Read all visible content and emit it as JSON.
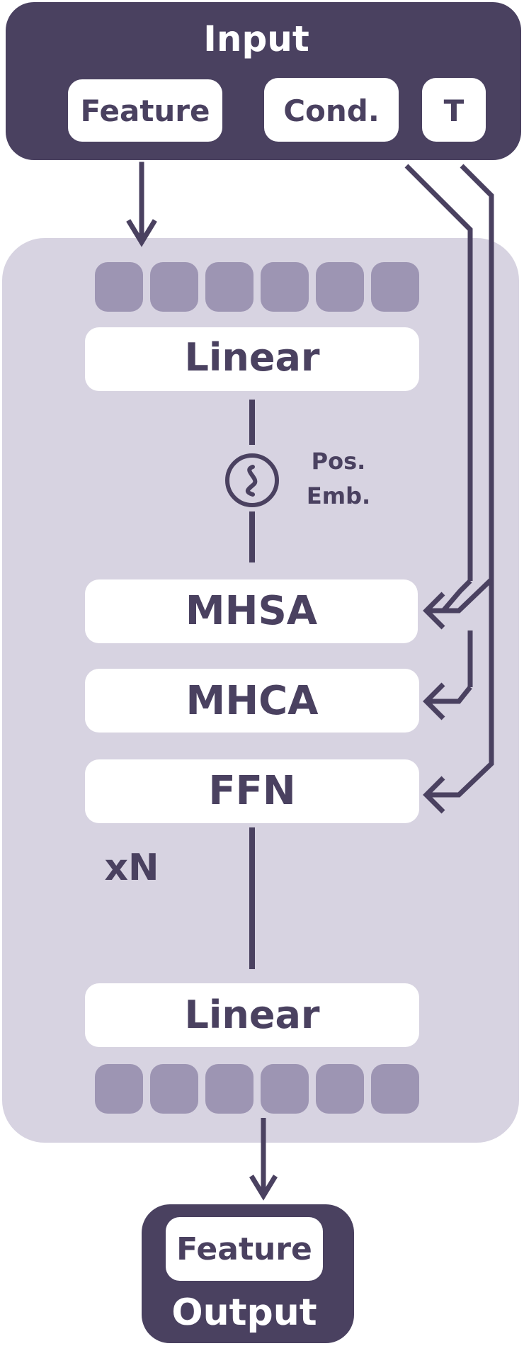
{
  "colors": {
    "dark": "#4a4160",
    "panel": "#d7d3e1",
    "token": "#9d95b3",
    "white": "#ffffff"
  },
  "input": {
    "title": "Input",
    "feature": "Feature",
    "cond": "Cond.",
    "t": "T"
  },
  "encoder": {
    "input_tokens": 6,
    "output_tokens": 6,
    "linear_in": "Linear",
    "pos_emb_line1": "Pos.",
    "pos_emb_line2": "Emb.",
    "pos_emb_icon": "sine-wave-icon",
    "mhsa": "MHSA",
    "mhca": "MHCA",
    "ffn": "FFN",
    "repeat": "xN",
    "linear_out": "Linear"
  },
  "output": {
    "feature": "Feature",
    "title": "Output"
  }
}
